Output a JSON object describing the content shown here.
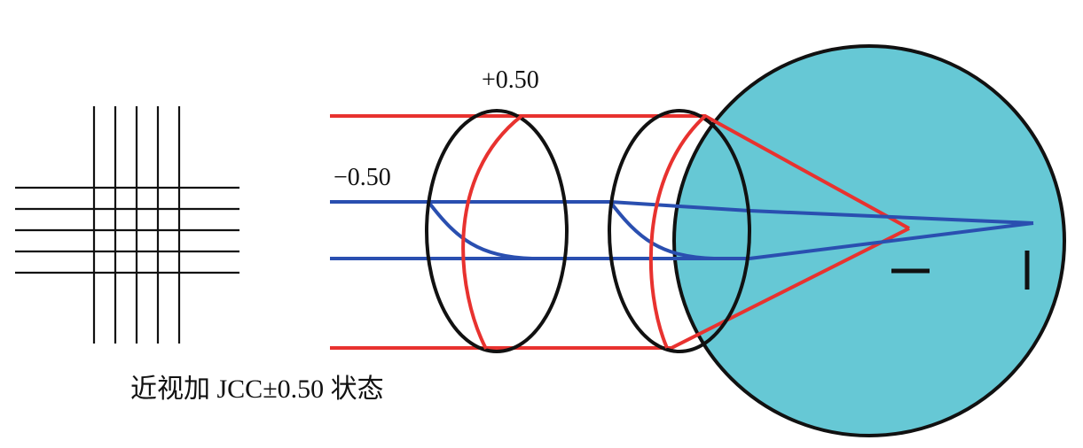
{
  "labels": {
    "plus_lens": "+0.50",
    "minus_lens": "−0.50",
    "caption": "近视加 JCC±0.50 状态"
  },
  "colors": {
    "eye_fill": "#66c8d5",
    "red_ray": "#e8322f",
    "blue_ray": "#2a4fb0",
    "stroke": "#111111"
  }
}
